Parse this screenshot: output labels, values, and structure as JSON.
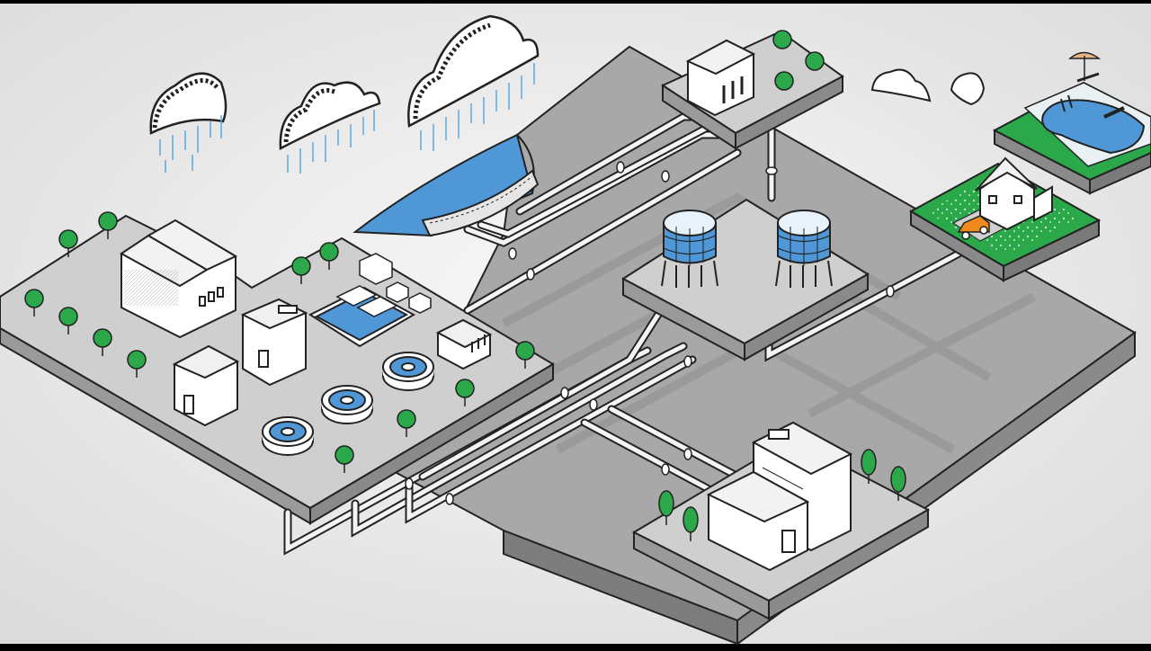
{
  "scene": {
    "description_free": true,
    "colors": {
      "background": "#efefef",
      "platform_top": "#cfcfcf",
      "platform_side": "#9a9a9a",
      "ground": "#a9a9a9",
      "water": "#4f97d6",
      "tree": "#2ba84a",
      "grass": "#2aa84a",
      "outline": "#222222",
      "building": "#ffffff",
      "car": "#f08a1c",
      "rain": "#5fa8e0"
    },
    "icons": [
      "rain-cloud-icon",
      "cloud-icon",
      "tree-icon",
      "water-tower-icon",
      "clarifier-tank-icon",
      "pipe-icon",
      "house-icon",
      "car-icon",
      "pool-icon",
      "umbrella-icon",
      "factory-icon",
      "office-building-icon",
      "pump-station-icon",
      "reservoir-icon",
      "dam-icon"
    ],
    "counts": {
      "rain_clouds": 3,
      "small_clouds": 2,
      "water_towers": 2,
      "clarifier_tanks": 3
    }
  }
}
